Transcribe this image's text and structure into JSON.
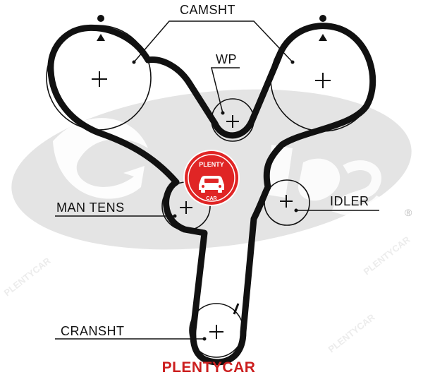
{
  "diagram": {
    "labels": {
      "camshaft": "CAMSHT",
      "water_pump": "WP",
      "manual_tensioner": "MAN TENS",
      "idler": "IDLER",
      "crankshaft": "CRANSHT"
    },
    "registered_mark": "®"
  },
  "branding": {
    "logo_text_top": "PLENTY",
    "logo_text_bottom": "CAR",
    "footer_text": "PLENTYCAR",
    "footer_color": "#cc1f1f",
    "logo_color": "#e02525"
  },
  "colors": {
    "belt": "#111111",
    "watermark": "#e4e4e4"
  }
}
